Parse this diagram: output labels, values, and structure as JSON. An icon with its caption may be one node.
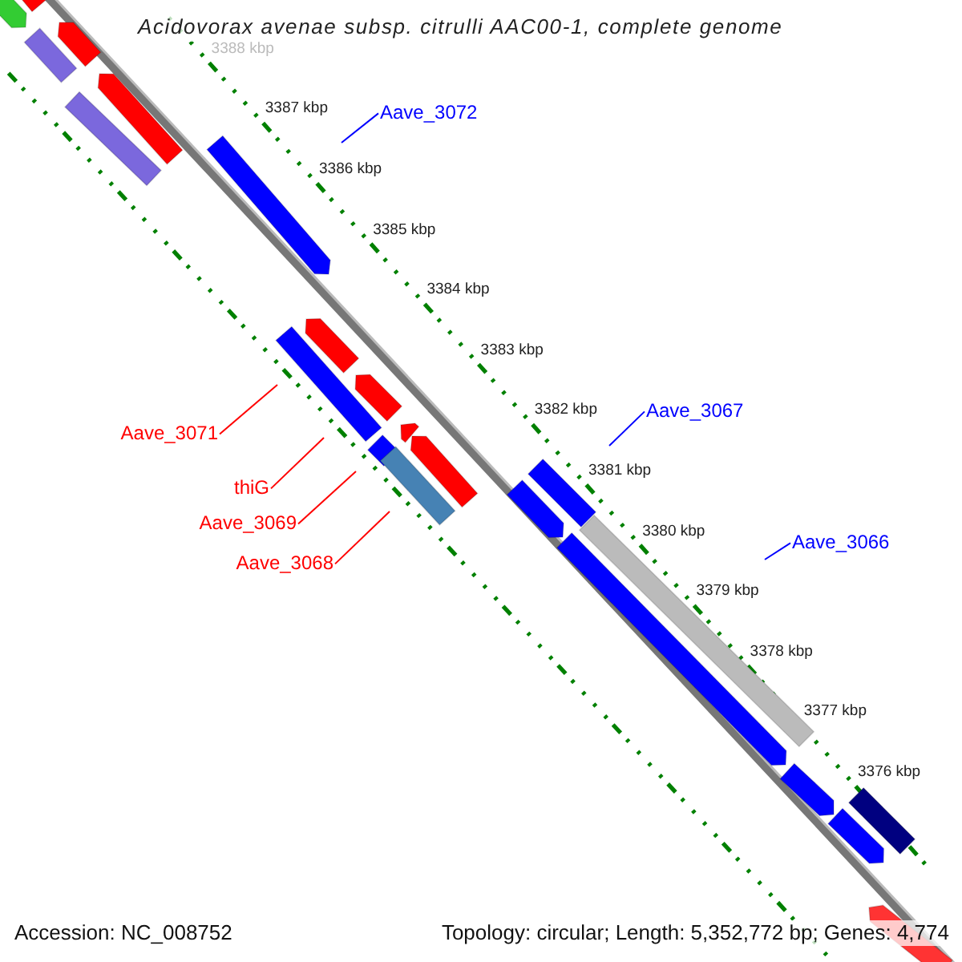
{
  "diagram": {
    "title": "Acidovorax avenae subsp. citrulli AAC00-1, complete genome",
    "nodes": [
      {
        "text": [
          "Aave_3072"
        ]
      },
      {
        "text": [
          "Aave_3067"
        ]
      },
      {
        "text": [
          "Aave_3071"
        ]
      },
      {
        "text": [
          "thiG"
        ]
      },
      {
        "text": [
          "Aave_3069"
        ]
      },
      {
        "text": [
          "Aave_3066"
        ]
      },
      {
        "text": [
          "Aave_3068"
        ]
      }
    ],
    "edges": [
      {
        "from": 0,
        "to": null,
        "arrow": "none",
        "color": "#0000ff"
      },
      {
        "from": 1,
        "to": null,
        "arrow": "none",
        "color": "#0000ff"
      },
      {
        "from": 2,
        "to": null,
        "arrow": "none"
      },
      {
        "from": 3,
        "to": null,
        "arrow": "none"
      },
      {
        "from": 4,
        "to": null,
        "arrow": "none"
      },
      {
        "from": 5,
        "to": null,
        "arrow": "none",
        "color": "#0000ff"
      },
      {
        "from": 6,
        "to": null,
        "arrow": "none"
      }
    ],
    "labels": [
      "3388 kbp",
      "3387 kbp",
      "3386 kbp",
      "3385 kbp",
      "3384 kbp",
      "3383 kbp",
      "3382 kbp",
      "3381 kbp",
      "3380 kbp",
      "3379 kbp",
      "3378 kbp",
      "3377 kbp",
      "3376 kbp",
      "Accession: NC_008752",
      "Topology: circular; Length: 5,352,772 bp; Genes: 4,774"
    ]
  }
}
